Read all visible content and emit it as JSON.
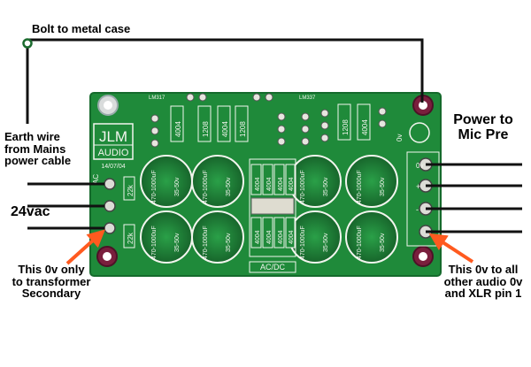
{
  "labels": {
    "bolt": "Bolt to metal case",
    "earth": [
      "Earth wire",
      "from Mains",
      "power cable"
    ],
    "vac": "24vac",
    "power": [
      "Power to",
      "Mic Pre"
    ],
    "left_note": [
      "This 0v only",
      "to transformer",
      "Secondary"
    ],
    "right_note": [
      "This 0v to all",
      "other audio 0v",
      "and XLR pin 1"
    ]
  },
  "board": {
    "logo": [
      "JLM",
      "AUDIO"
    ],
    "date": "14/07/04",
    "ac_dc": "AC/DC",
    "ac_left": "AC",
    "zero_v": "0v",
    "cap_rating": "470-1000uF",
    "cap_voltage": "35-50v",
    "res_22k": "22k",
    "diode": "4004",
    "reg_labels": [
      "LM317",
      "LM337"
    ],
    "dropper": "1208",
    "terminal_marks": [
      "0v",
      "+",
      "-"
    ]
  },
  "colors": {
    "pcb_green": "#1f8a3a",
    "silkscreen": "#f2f5ee",
    "wire": "#111111",
    "arrow": "#ff5a1f",
    "pad_ring": "#7a1f3d"
  }
}
